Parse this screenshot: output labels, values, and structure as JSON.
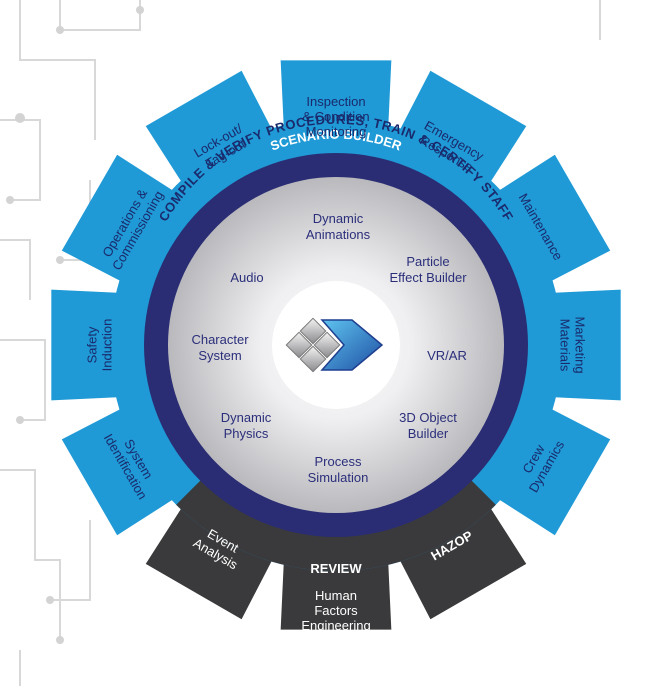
{
  "outer_arc_text": "COMPILE & VERIFY PROCEDURES, TRAIN & CERTIFY STAFF",
  "ring_labels": {
    "top": "SCENARIO BUILDER",
    "bottom": "REVIEW"
  },
  "teeth": [
    {
      "id": "inspection",
      "lines": [
        "Inspection",
        "& Condition",
        "Monitoring"
      ]
    },
    {
      "id": "emergency",
      "lines": [
        "Emergency",
        "Response"
      ]
    },
    {
      "id": "maintenance",
      "lines": [
        "Maintenance"
      ]
    },
    {
      "id": "marketing",
      "lines": [
        "Marketing",
        "Materials"
      ]
    },
    {
      "id": "crew",
      "lines": [
        "Crew",
        "Dynamics"
      ]
    },
    {
      "id": "hazop",
      "lines": [
        "HAZOP"
      ]
    },
    {
      "id": "human-factors",
      "lines": [
        "Human",
        "Factors",
        "Engineering"
      ]
    },
    {
      "id": "event",
      "lines": [
        "Event",
        "Analysis"
      ]
    },
    {
      "id": "system-id",
      "lines": [
        "System",
        "Identification"
      ]
    },
    {
      "id": "safety",
      "lines": [
        "Safety",
        "Induction"
      ]
    },
    {
      "id": "operations",
      "lines": [
        "Operations &",
        "Commissioning"
      ]
    },
    {
      "id": "lockout",
      "lines": [
        "Lock-out/",
        "Tag-out"
      ]
    }
  ],
  "inner_items": [
    {
      "id": "dynamic-animations",
      "lines": [
        "Dynamic",
        "Animations"
      ]
    },
    {
      "id": "particle",
      "lines": [
        "Particle",
        "Effect Builder"
      ]
    },
    {
      "id": "vrar",
      "lines": [
        "VR/AR"
      ]
    },
    {
      "id": "object-builder",
      "lines": [
        "3D Object",
        "Builder"
      ]
    },
    {
      "id": "process-sim",
      "lines": [
        "Process",
        "Simulation"
      ]
    },
    {
      "id": "dynamic-physics",
      "lines": [
        "Dynamic",
        "Physics"
      ]
    },
    {
      "id": "character",
      "lines": [
        "Character",
        "System"
      ]
    },
    {
      "id": "audio",
      "lines": [
        "Audio"
      ]
    }
  ],
  "colors": {
    "gear_blue": "#1f9ad6",
    "gear_dark": "#3a3a3c",
    "ring_navy": "#2a2d73",
    "inner_gray": "#cfcfd2",
    "circuit_lines": "#d5d5d5"
  }
}
